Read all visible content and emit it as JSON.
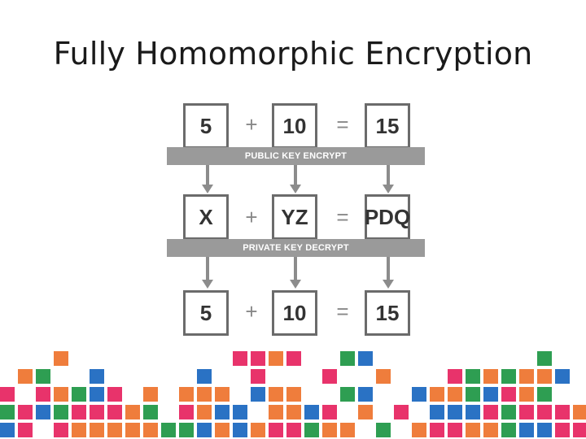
{
  "title": "Fully Homomorphic Encryption",
  "rows": [
    {
      "a": "5",
      "op1": "+",
      "b": "10",
      "op2": "=",
      "c": "15"
    },
    {
      "a": "X",
      "op1": "+",
      "b": "YZ",
      "op2": "=",
      "c": "PDQ"
    },
    {
      "a": "5",
      "op1": "+",
      "b": "10",
      "op2": "=",
      "c": "15"
    }
  ],
  "bands": [
    "PUBLIC KEY ENCRYPT",
    "PRIVATE KEY DECRYPT"
  ],
  "colors": {
    "box_border": "#6b6b6b",
    "band": "#9a9a9a",
    "arrow": "#8c8c8c",
    "mosaic": [
      "#e8336b",
      "#ef7d3c",
      "#2e9e52",
      "#2a72c4"
    ]
  }
}
